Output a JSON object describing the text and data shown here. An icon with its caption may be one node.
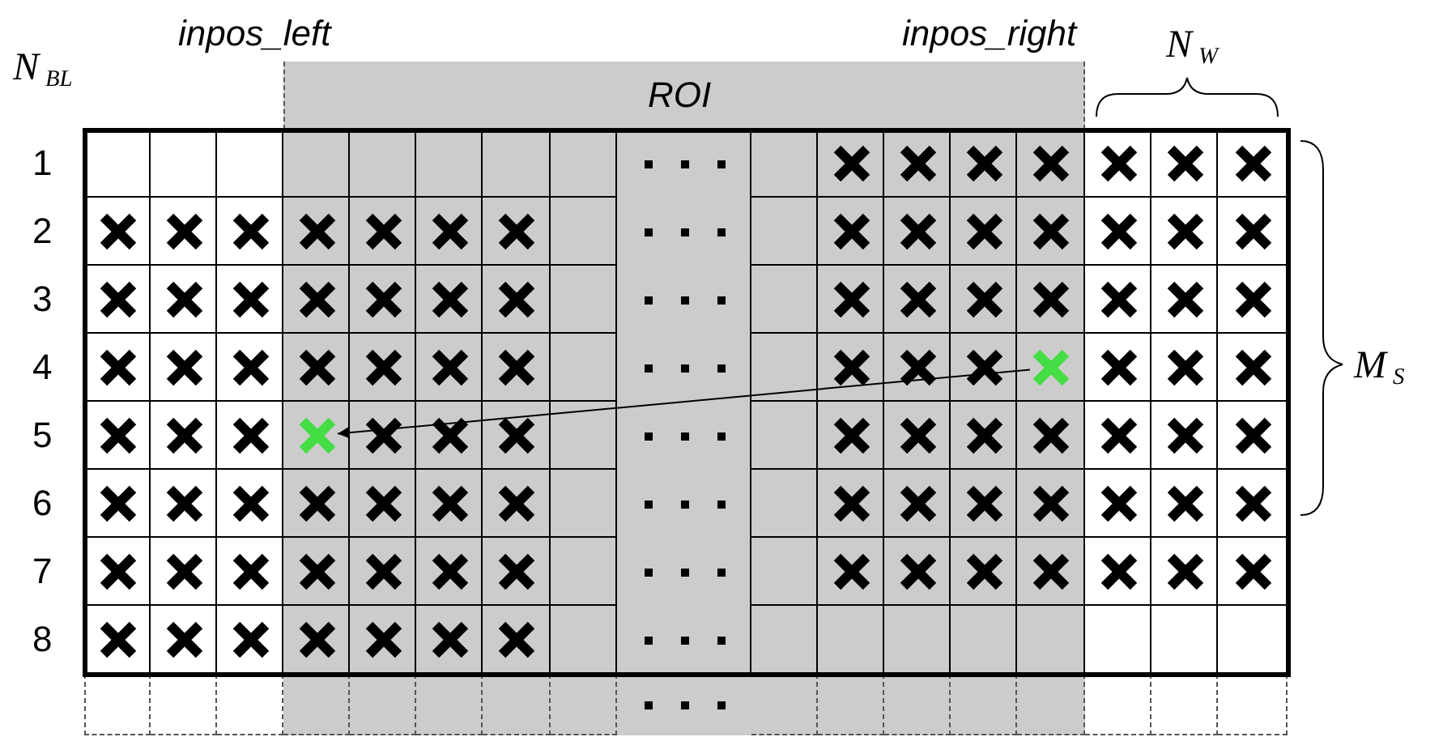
{
  "diagram": {
    "nodes": [
      {
        "text": [],
        "shape": "cross"
      },
      {
        "text": [],
        "shape": "cross"
      }
    ],
    "edges": [
      {
        "from": 0,
        "to": 1,
        "arrow": "to"
      }
    ],
    "labels": [
      "N$_{BL}$",
      "inpos_left",
      "ROI",
      "inpos_right",
      "N$_{W}$",
      "1",
      "2",
      "3",
      "4",
      "5",
      "6",
      "7",
      "8",
      "M$_{S}$"
    ]
  }
}
